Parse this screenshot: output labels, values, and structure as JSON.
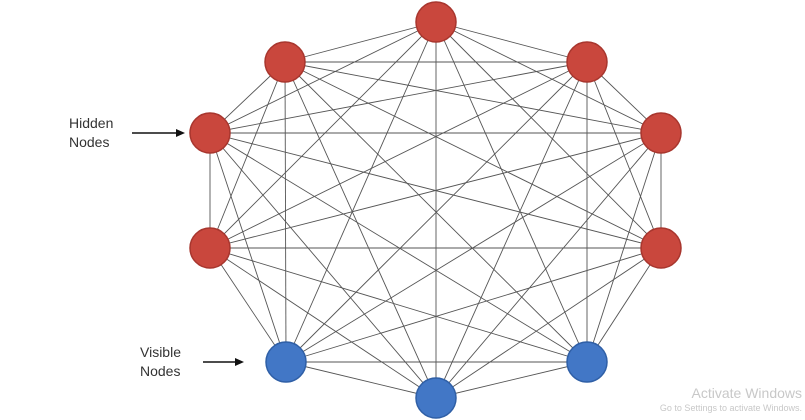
{
  "labels": {
    "hidden": [
      "Hidden",
      "Nodes"
    ],
    "visible": [
      "Visible",
      "Nodes"
    ]
  },
  "watermark": {
    "title": "Activate Windows",
    "subtitle": "Go to Settings to activate Windows."
  },
  "colors": {
    "hidden": "#c9473d",
    "hidden_stroke": "#a8362e",
    "visible": "#4277c6",
    "visible_stroke": "#2f5fa6",
    "edge": "#555555"
  },
  "nodes": [
    {
      "id": "h1",
      "type": "hidden"
    },
    {
      "id": "h2",
      "type": "hidden"
    },
    {
      "id": "h3",
      "type": "hidden"
    },
    {
      "id": "h4",
      "type": "hidden"
    },
    {
      "id": "h5",
      "type": "hidden"
    },
    {
      "id": "h6",
      "type": "hidden"
    },
    {
      "id": "h7",
      "type": "hidden"
    },
    {
      "id": "v1",
      "type": "visible"
    },
    {
      "id": "v2",
      "type": "visible"
    },
    {
      "id": "v3",
      "type": "visible"
    }
  ],
  "fully_connected": true
}
